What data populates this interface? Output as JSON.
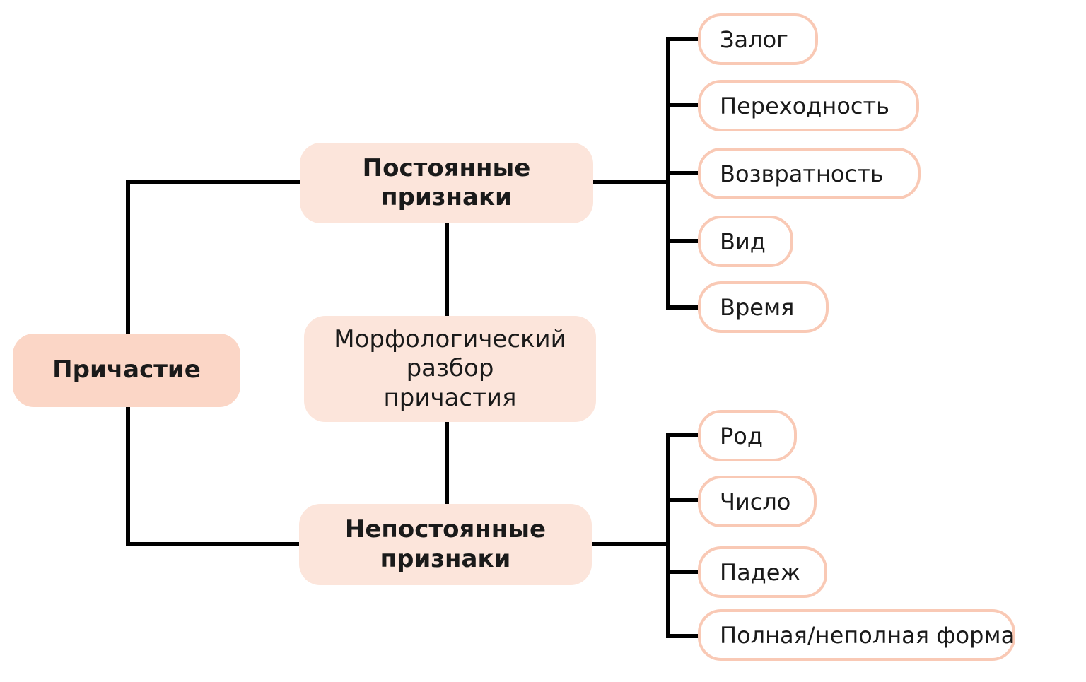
{
  "diagram": {
    "title": "Морфологический разбор причастия",
    "colors": {
      "root_fill": "#fbd6c6",
      "branch_fill": "#fce5db",
      "leaf_border": "#f9c9b5",
      "line": "#000000",
      "text": "#1a1a1a"
    },
    "nodes": {
      "root": {
        "label": "Причастие",
        "lines": [
          "Причастие"
        ]
      },
      "constant": {
        "label": "Постоянные признаки",
        "lines": [
          "Постоянные",
          "признаки"
        ]
      },
      "center": {
        "label": "Морфологический разбор причастия",
        "lines": [
          "Морфологический",
          "разбор",
          "причастия"
        ]
      },
      "nonconstant": {
        "label": "Непостоянные признаки",
        "lines": [
          "Непостоянные",
          "признаки"
        ]
      }
    },
    "constant_features": [
      "Залог",
      "Переходность",
      "Возвратность",
      "Вид",
      "Время"
    ],
    "nonconstant_features": [
      "Род",
      "Число",
      "Падеж",
      "Полная/неполная форма"
    ]
  }
}
